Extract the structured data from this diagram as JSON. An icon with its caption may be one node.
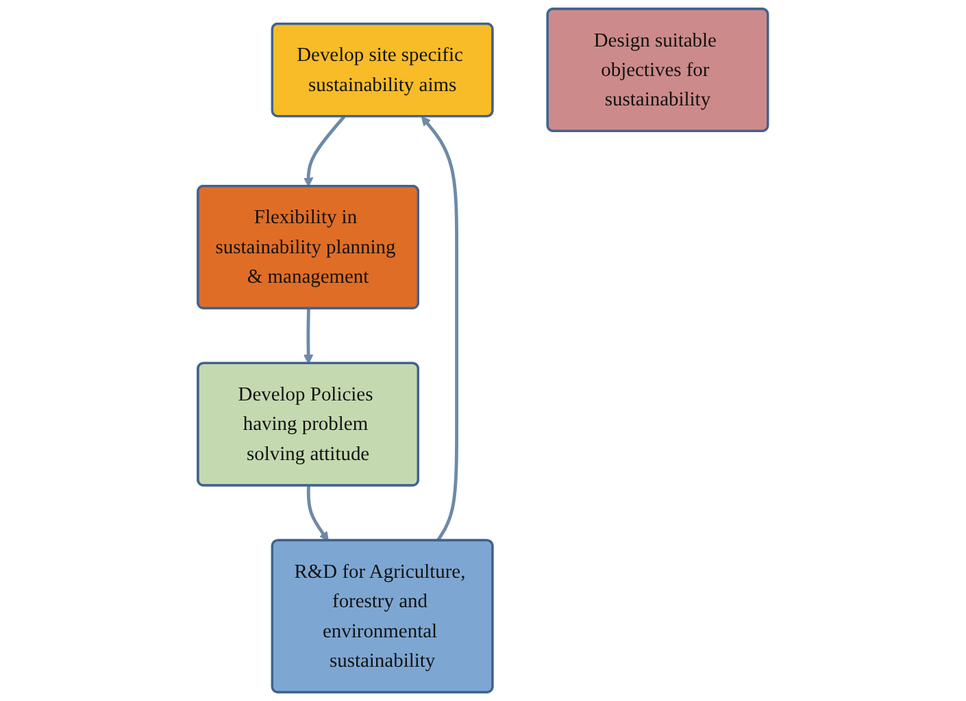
{
  "diagram": {
    "nodes": [
      {
        "text": [
          "Develop site specific sustainability aims"
        ]
      },
      {
        "text": [
          "Flexibility in sustainability planning & management"
        ]
      },
      {
        "text": [
          "Develop Policies having problem solving attitude"
        ]
      },
      {
        "text": [
          "R&D for Agriculture, forestry and environmental sustainability"
        ]
      },
      {
        "text": [
          "Design suitable objectives for sustainability"
        ]
      }
    ],
    "edges": [
      {
        "from": 0,
        "to": 1,
        "arrow": "to"
      },
      {
        "from": 1,
        "to": 2,
        "arrow": "to"
      },
      {
        "from": 2,
        "to": 3,
        "arrow": "to"
      },
      {
        "from": 3,
        "to": 0,
        "arrow": "to"
      }
    ]
  }
}
